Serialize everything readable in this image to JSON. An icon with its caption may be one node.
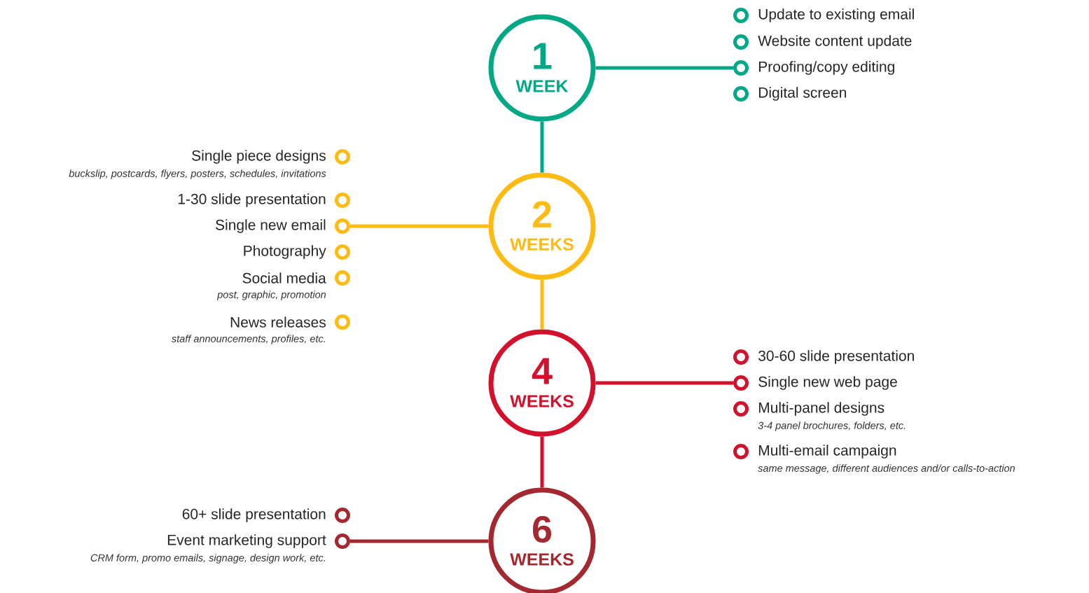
{
  "diagram": {
    "nodes": [
      {
        "text": [
          "1",
          "WEEK"
        ]
      },
      {
        "text": [],
        "shape": "circle",
        "beside": [
          "Update to existing email"
        ]
      },
      {
        "text": [],
        "shape": "circle",
        "beside": [
          "Website content update"
        ]
      },
      {
        "text": [],
        "shape": "circle",
        "beside": [
          "Proofing/copy editing"
        ]
      },
      {
        "text": [],
        "shape": "circle",
        "beside": [
          "Digital screen"
        ]
      },
      {
        "text": [
          "2",
          "WEEKS"
        ]
      },
      {
        "text": [],
        "shape": "circle",
        "beside": [
          "Single piece designs",
          "buckslip, postcards, flyers, posters, schedules, invitations"
        ]
      },
      {
        "text": [],
        "shape": "circle",
        "beside": [
          "1-30 slide presentation"
        ]
      },
      {
        "text": [],
        "shape": "circle",
        "beside": [
          "Single new email"
        ]
      },
      {
        "text": [],
        "shape": "circle",
        "beside": [
          "Photography"
        ]
      },
      {
        "text": [],
        "shape": "circle",
        "beside": [
          "Social media",
          "post, graphic, promotion"
        ]
      },
      {
        "text": [],
        "shape": "circle",
        "beside": [
          "News releases",
          "staff announcements, profiles, etc."
        ]
      },
      {
        "text": [
          "4",
          "WEEKS"
        ]
      },
      {
        "text": [],
        "shape": "circle",
        "beside": [
          "30-60 slide presentation"
        ]
      },
      {
        "text": [],
        "shape": "circle",
        "beside": [
          "Single new web page"
        ]
      },
      {
        "text": [],
        "shape": "circle",
        "beside": [
          "Multi-panel designs",
          "3-4 panel brochures, folders, etc."
        ]
      },
      {
        "text": [],
        "shape": "circle",
        "beside": [
          "Multi-email campaign",
          "same message, different audiences and/or calls-to-action"
        ]
      },
      {
        "text": [
          "6",
          "WEEKS"
        ]
      },
      {
        "text": [],
        "shape": "circle",
        "beside": [
          "60+ slide presentation"
        ]
      },
      {
        "text": [],
        "shape": "circle",
        "beside": [
          "Event marketing support",
          "CRM form, promo emails, signage, design work, etc."
        ]
      }
    ],
    "edges": [
      {
        "from": 0,
        "to": 3,
        "arrow": "none",
        "color": "#00a886"
      },
      {
        "from": 0,
        "to": 5,
        "arrow": "none",
        "color": "#00a886"
      },
      {
        "from": 5,
        "to": 8,
        "arrow": "none",
        "color": "#fdbb13"
      },
      {
        "from": 5,
        "to": 12,
        "arrow": "none",
        "color": "#fdbb13"
      },
      {
        "from": 12,
        "to": 14,
        "arrow": "none",
        "color": "#d2112d"
      },
      {
        "from": 12,
        "to": 17,
        "arrow": "none",
        "color": "#d2112d"
      },
      {
        "from": 17,
        "to": 19,
        "arrow": "none",
        "color": "#a3282f"
      }
    ]
  }
}
